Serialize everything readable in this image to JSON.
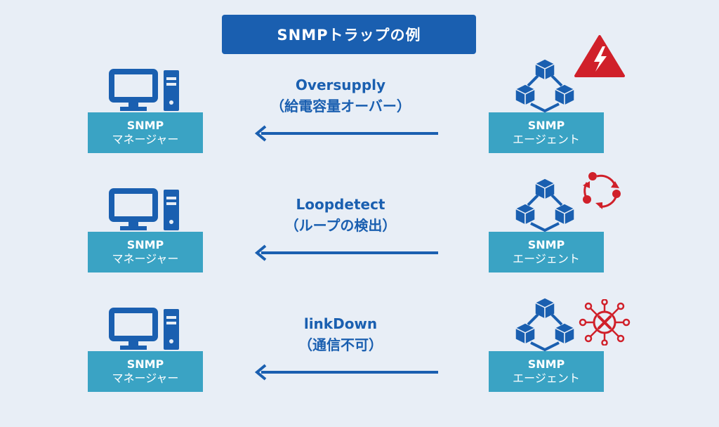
{
  "title": "SNMPトラップの例",
  "colors": {
    "background": "#e8eef6",
    "primary": "#1a5fb0",
    "box": "#3aa3c4",
    "alert": "#d0202a"
  },
  "rows": [
    {
      "manager": {
        "line1": "SNMP",
        "line2": "マネージャー"
      },
      "trap": {
        "name": "Oversupply",
        "desc": "（給電容量オーバー）"
      },
      "agent": {
        "line1": "SNMP",
        "line2": "エージェント"
      },
      "status_icon": "warning-lightning-icon"
    },
    {
      "manager": {
        "line1": "SNMP",
        "line2": "マネージャー"
      },
      "trap": {
        "name": "Loopdetect",
        "desc": "（ループの検出）"
      },
      "agent": {
        "line1": "SNMP",
        "line2": "エージェント"
      },
      "status_icon": "loop-cycle-icon"
    },
    {
      "manager": {
        "line1": "SNMP",
        "line2": "マネージャー"
      },
      "trap": {
        "name": "linkDown",
        "desc": "（通信不可）"
      },
      "agent": {
        "line1": "SNMP",
        "line2": "エージェント"
      },
      "status_icon": "network-broken-icon"
    }
  ]
}
